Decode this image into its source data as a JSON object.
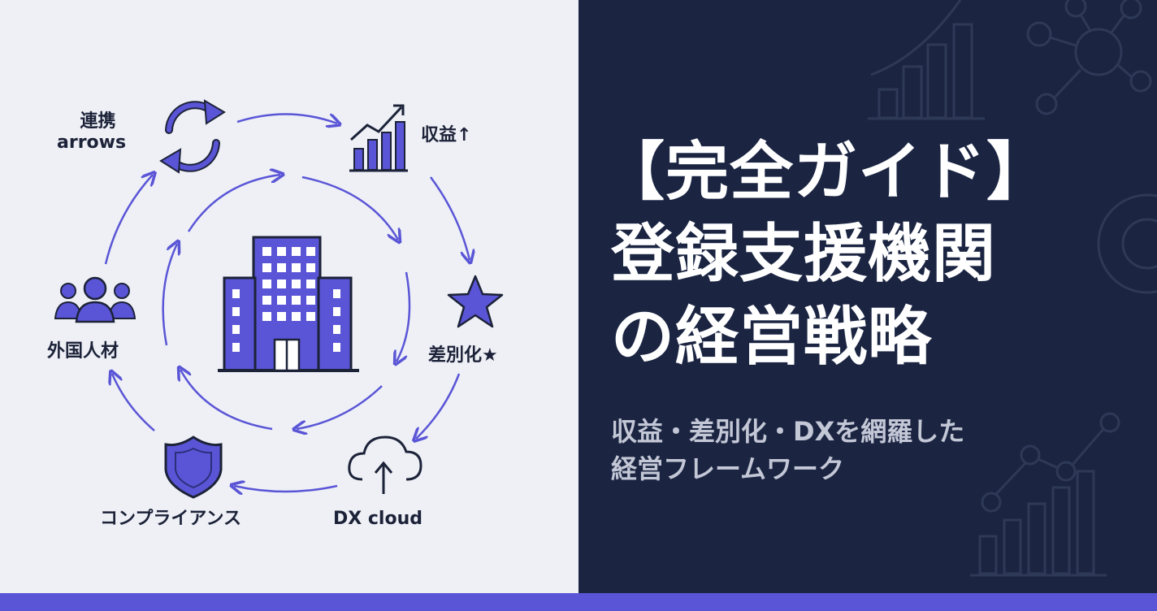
{
  "diagram": {
    "nodes": {
      "collab": {
        "label_line1": "連携",
        "label_line2": "arrows",
        "icon": "sync-arrows-icon"
      },
      "revenue": {
        "label": "収益↑",
        "icon": "growth-chart-icon"
      },
      "differentiation": {
        "label": "差別化★",
        "icon": "star-icon"
      },
      "dx": {
        "label": "DX cloud",
        "icon": "cloud-upload-icon"
      },
      "compliance": {
        "label": "コンプライアンス",
        "icon": "shield-icon"
      },
      "talent": {
        "label": "外国人材",
        "icon": "people-icon"
      },
      "center": {
        "icon": "building-icon"
      }
    }
  },
  "headline": {
    "line1": "【完全ガイド】",
    "line2": "登録支援機関",
    "line3": "の経営戦略"
  },
  "subheadline": {
    "line1": "収益・差別化・DXを網羅した",
    "line2": "経営フレームワーク"
  },
  "colors": {
    "accent": "#5a55d6",
    "dark_panel": "#1b2542",
    "light_panel": "#eef0f6",
    "text_dark": "#1c2238"
  }
}
